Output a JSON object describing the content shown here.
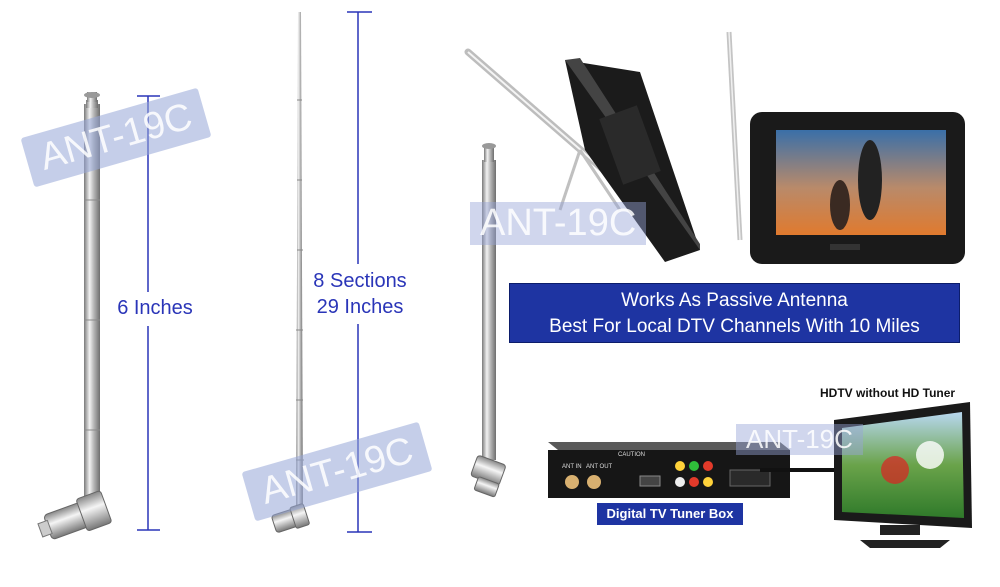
{
  "watermark_text": "ANT-19C",
  "short_antenna": {
    "length_label": "6 Inches"
  },
  "long_antenna": {
    "sections_label": "8 Sections",
    "length_label": "29 Inches"
  },
  "banner": {
    "line1": "Works As Passive Antenna",
    "line2": "Best For Local DTV Channels With 10 Miles"
  },
  "hdtv_caption": "HDTV without HD Tuner",
  "tuner_caption": "Digital TV Tuner Box",
  "tuner_box_labels": {
    "caution": "CAUTION",
    "ant_in": "ANT IN",
    "ant_out": "ANT OUT"
  },
  "colors": {
    "dimension_blue": "#2a35b8",
    "banner_blue": "#1e34a2"
  }
}
